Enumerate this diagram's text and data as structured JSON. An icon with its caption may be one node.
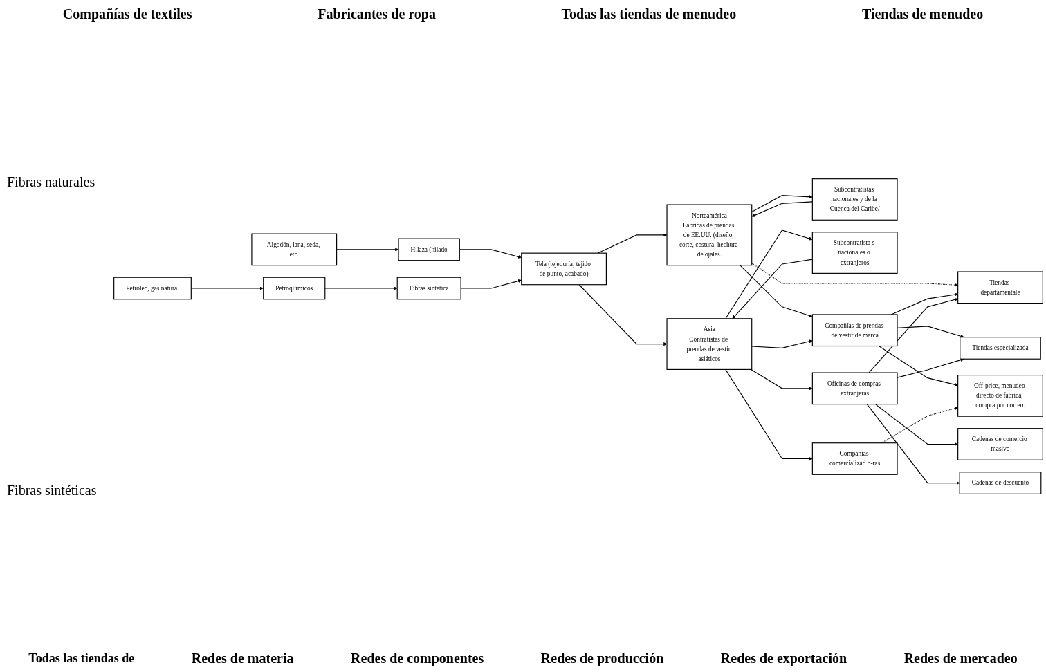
{
  "diagram": {
    "nodes": [
      {
        "text": [
          "Algodón, lana, seda, etc."
        ]
      },
      {
        "text": [
          "Hilaza (hilado"
        ]
      },
      {
        "text": [
          "Tela (tejeduría, tejido de punto, acabado)"
        ]
      },
      {
        "text": [
          "Petróleo, gas natural"
        ]
      },
      {
        "text": [
          "Petroquímicos"
        ]
      },
      {
        "text": [
          "Fibras sintética"
        ]
      },
      {
        "text": [
          "Norteamérica",
          "Fábricas de prendas de EE.UU. (diseño, corte, costura, hechura de ojales."
        ]
      },
      {
        "text": [
          "Subcontratistas nacionales y de la Cuenca del Caribe/"
        ]
      },
      {
        "text": [
          "Asia",
          "Contratistas de prendas de vestir asiáticos"
        ]
      },
      {
        "text": [
          "Subcontratista s nacionales o extranjeros"
        ]
      },
      {
        "text": [
          "Compañías de prendas de vestir de marca"
        ]
      },
      {
        "text": [
          "Oficinas de compras extranjeras"
        ]
      },
      {
        "text": [
          "Compañías comercializad o-ras"
        ]
      },
      {
        "text": [
          "Tiendas departamentale"
        ]
      },
      {
        "text": [
          "Tiendas especializada"
        ]
      },
      {
        "text": [
          "Cadenas de comercio masivo"
        ]
      },
      {
        "text": [
          "Cadenas de descuento"
        ]
      },
      {
        "text": [
          "Off-price, menudeo directo de fabrica, compra por correo."
        ]
      }
    ],
    "edges": [
      {
        "from": 0,
        "to": 1,
        "arrow": "to"
      },
      {
        "from": 1,
        "to": 2,
        "arrow": "to"
      },
      {
        "from": 3,
        "to": 4,
        "arrow": "to"
      },
      {
        "from": 4,
        "to": 5,
        "arrow": "to"
      },
      {
        "from": 5,
        "to": 2,
        "arrow": "to"
      },
      {
        "from": 2,
        "to": 6,
        "arrow": "to"
      },
      {
        "from": 2,
        "to": 8,
        "arrow": "to"
      },
      {
        "from": 6,
        "to": 7,
        "arrow": "to"
      },
      {
        "from": 7,
        "to": 6,
        "arrow": "to"
      },
      {
        "from": 8,
        "to": 9,
        "arrow": "to"
      },
      {
        "from": 9,
        "to": 8,
        "arrow": "to"
      },
      {
        "from": 6,
        "to": 10,
        "arrow": "to"
      },
      {
        "from": 8,
        "to": 10,
        "arrow": "to"
      },
      {
        "from": 8,
        "to": 11,
        "arrow": "to"
      },
      {
        "from": 8,
        "to": 12,
        "arrow": "to"
      },
      {
        "from": 6,
        "to": 13,
        "arrow": "to",
        "style": "dashed"
      },
      {
        "from": 10,
        "to": 13,
        "arrow": "to"
      },
      {
        "from": 10,
        "to": 14,
        "arrow": "to"
      },
      {
        "from": 10,
        "to": 17,
        "arrow": "to"
      },
      {
        "from": 11,
        "to": 13,
        "arrow": "to"
      },
      {
        "from": 11,
        "to": 14,
        "arrow": "to"
      },
      {
        "from": 11,
        "to": 15,
        "arrow": "to"
      },
      {
        "from": 11,
        "to": 16,
        "arrow": "to"
      },
      {
        "from": 12,
        "to": 17,
        "arrow": "to",
        "style": "dashed"
      }
    ],
    "labels": [
      "Compañías de textiles",
      "Fabricantes de ropa",
      "Todas las tiendas de menudeo",
      "Tiendas de menudeo",
      "Fibras naturales",
      "Fibras sintéticas",
      "Todas las tiendas de",
      "Redes de materia",
      "Redes de componentes",
      "Redes de producción",
      "Redes de exportación",
      "Redes de mercadeo"
    ]
  }
}
